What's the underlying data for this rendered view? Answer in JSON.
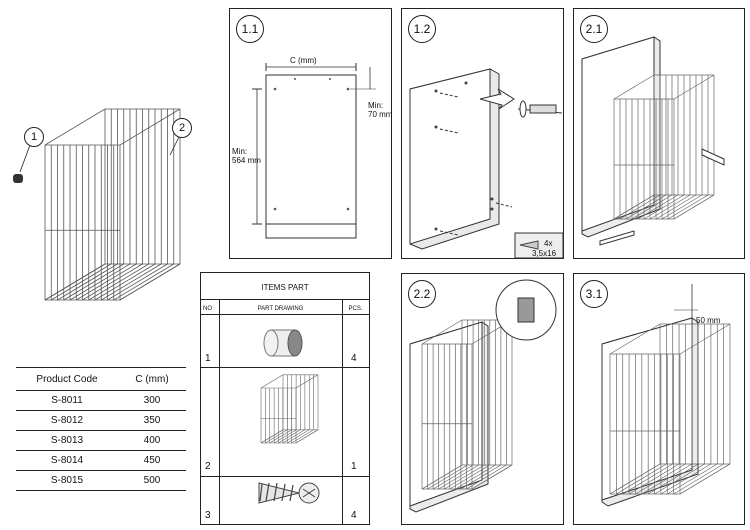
{
  "callouts": {
    "one": "1",
    "two": "2"
  },
  "product_table": {
    "headers": [
      "Product Code",
      "C (mm)"
    ],
    "rows": [
      [
        "S-8011",
        "300"
      ],
      [
        "S-8012",
        "350"
      ],
      [
        "S-8013",
        "400"
      ],
      [
        "S-8014",
        "450"
      ],
      [
        "S-8015",
        "500"
      ]
    ]
  },
  "items_part": {
    "title": "ITEMS PART",
    "headers": {
      "no": "NO",
      "drawing": "PART DRAWING",
      "pcs": "PCS."
    },
    "rows": [
      {
        "no": "1",
        "pcs": "4"
      },
      {
        "no": "2",
        "pcs": "1"
      },
      {
        "no": "3",
        "pcs": "4"
      }
    ]
  },
  "steps": {
    "s11": {
      "label": "1.1",
      "width_label": "C (mm)",
      "min_height": "Min:\n564 mm",
      "min_top": "Min:\n70 mm"
    },
    "s12": {
      "label": "1.2",
      "screw_qty": "4x",
      "screw_size": "3,5x16"
    },
    "s21": {
      "label": "2.1"
    },
    "s22": {
      "label": "2.2"
    },
    "s31": {
      "label": "3.1",
      "gap": "50 mm"
    }
  }
}
